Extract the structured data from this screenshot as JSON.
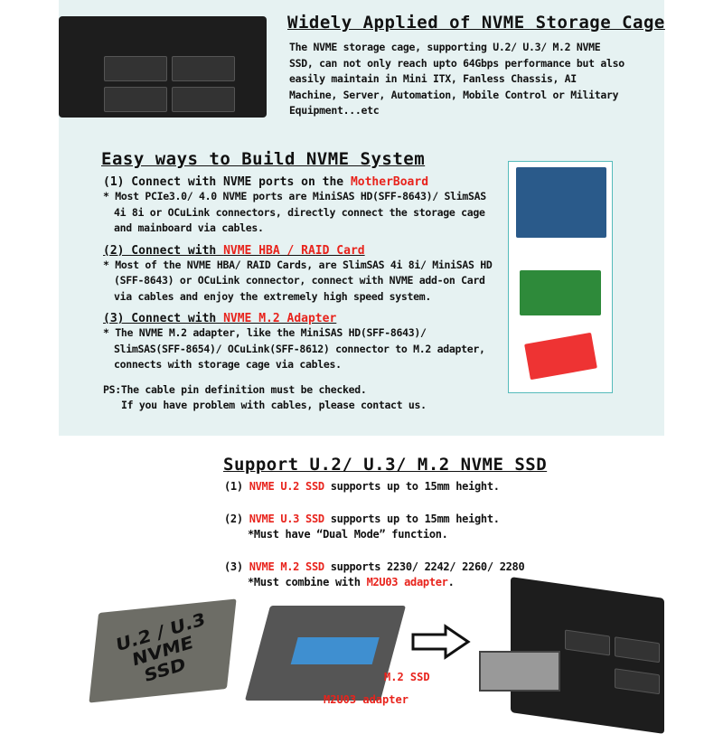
{
  "header": {
    "title": "Widely Applied of NVME Storage Cage",
    "body": "The NVME storage cage, supporting U.2/ U.3/ M.2 NVME SSD, can not only reach upto 64Gbps performance but also easily maintain in Mini ITX, Fanless Chassis, AI Machine, Server, Automation, Mobile Control or Military Equipment...etc"
  },
  "build": {
    "title": "Easy ways to Build NVME System",
    "items": [
      {
        "prefix": "(1) Connect with NVME ports on the ",
        "highlight": "MotherBoard",
        "text": "* Most PCIe3.0/ 4.0 NVME ports are MiniSAS HD(SFF-8643)/ SlimSAS 4i 8i or OCuLink connectors, directly connect the storage cage and mainboard via cables."
      },
      {
        "prefix": "(2) Connect with ",
        "highlight": "NVME HBA / RAID Card",
        "text": "* Most of the NVME HBA/ RAID Cards, are SlimSAS 4i 8i/ MiniSAS HD (SFF-8643) or OCuLink connector, connect with NVME add-on Card via cables and enjoy the extremely high speed system."
      },
      {
        "prefix": "(3) Connect with ",
        "highlight": "NVME M.2 Adapter",
        "text": "* The NVME M.2 adapter, like the MiniSAS HD(SFF-8643)/ SlimSAS(SFF-8654)/ OCuLink(SFF-8612) connector to M.2 adapter, connects with storage cage via cables."
      }
    ],
    "ps1": "PS:The cable pin definition must be checked.",
    "ps2": "If you have problem with cables, please contact us."
  },
  "support": {
    "title": "Support U.2/ U.3/ M.2 NVME SSD",
    "items": [
      {
        "num": "(1) ",
        "name": "NVME U.2 SSD",
        "text": " supports up to 15mm height.",
        "note": ""
      },
      {
        "num": "(2) ",
        "name": "NVME U.3 SSD",
        "text": " supports up to 15mm height.",
        "note": "*Must have  “Dual Mode” function."
      },
      {
        "num": "(3) ",
        "name": "NVME M.2 SSD",
        "text": " supports 2230/ 2242/ 2260/ 2280",
        "note": "*Must combine with "
      }
    ],
    "note3_highlight": "M2U03 adapter",
    "note3_end": "."
  },
  "images": {
    "ssd_label": "U.2 / U.3 NVME SSD",
    "m2_label": "M.2 SSD",
    "adapter_label": "M2U03 adapter"
  }
}
